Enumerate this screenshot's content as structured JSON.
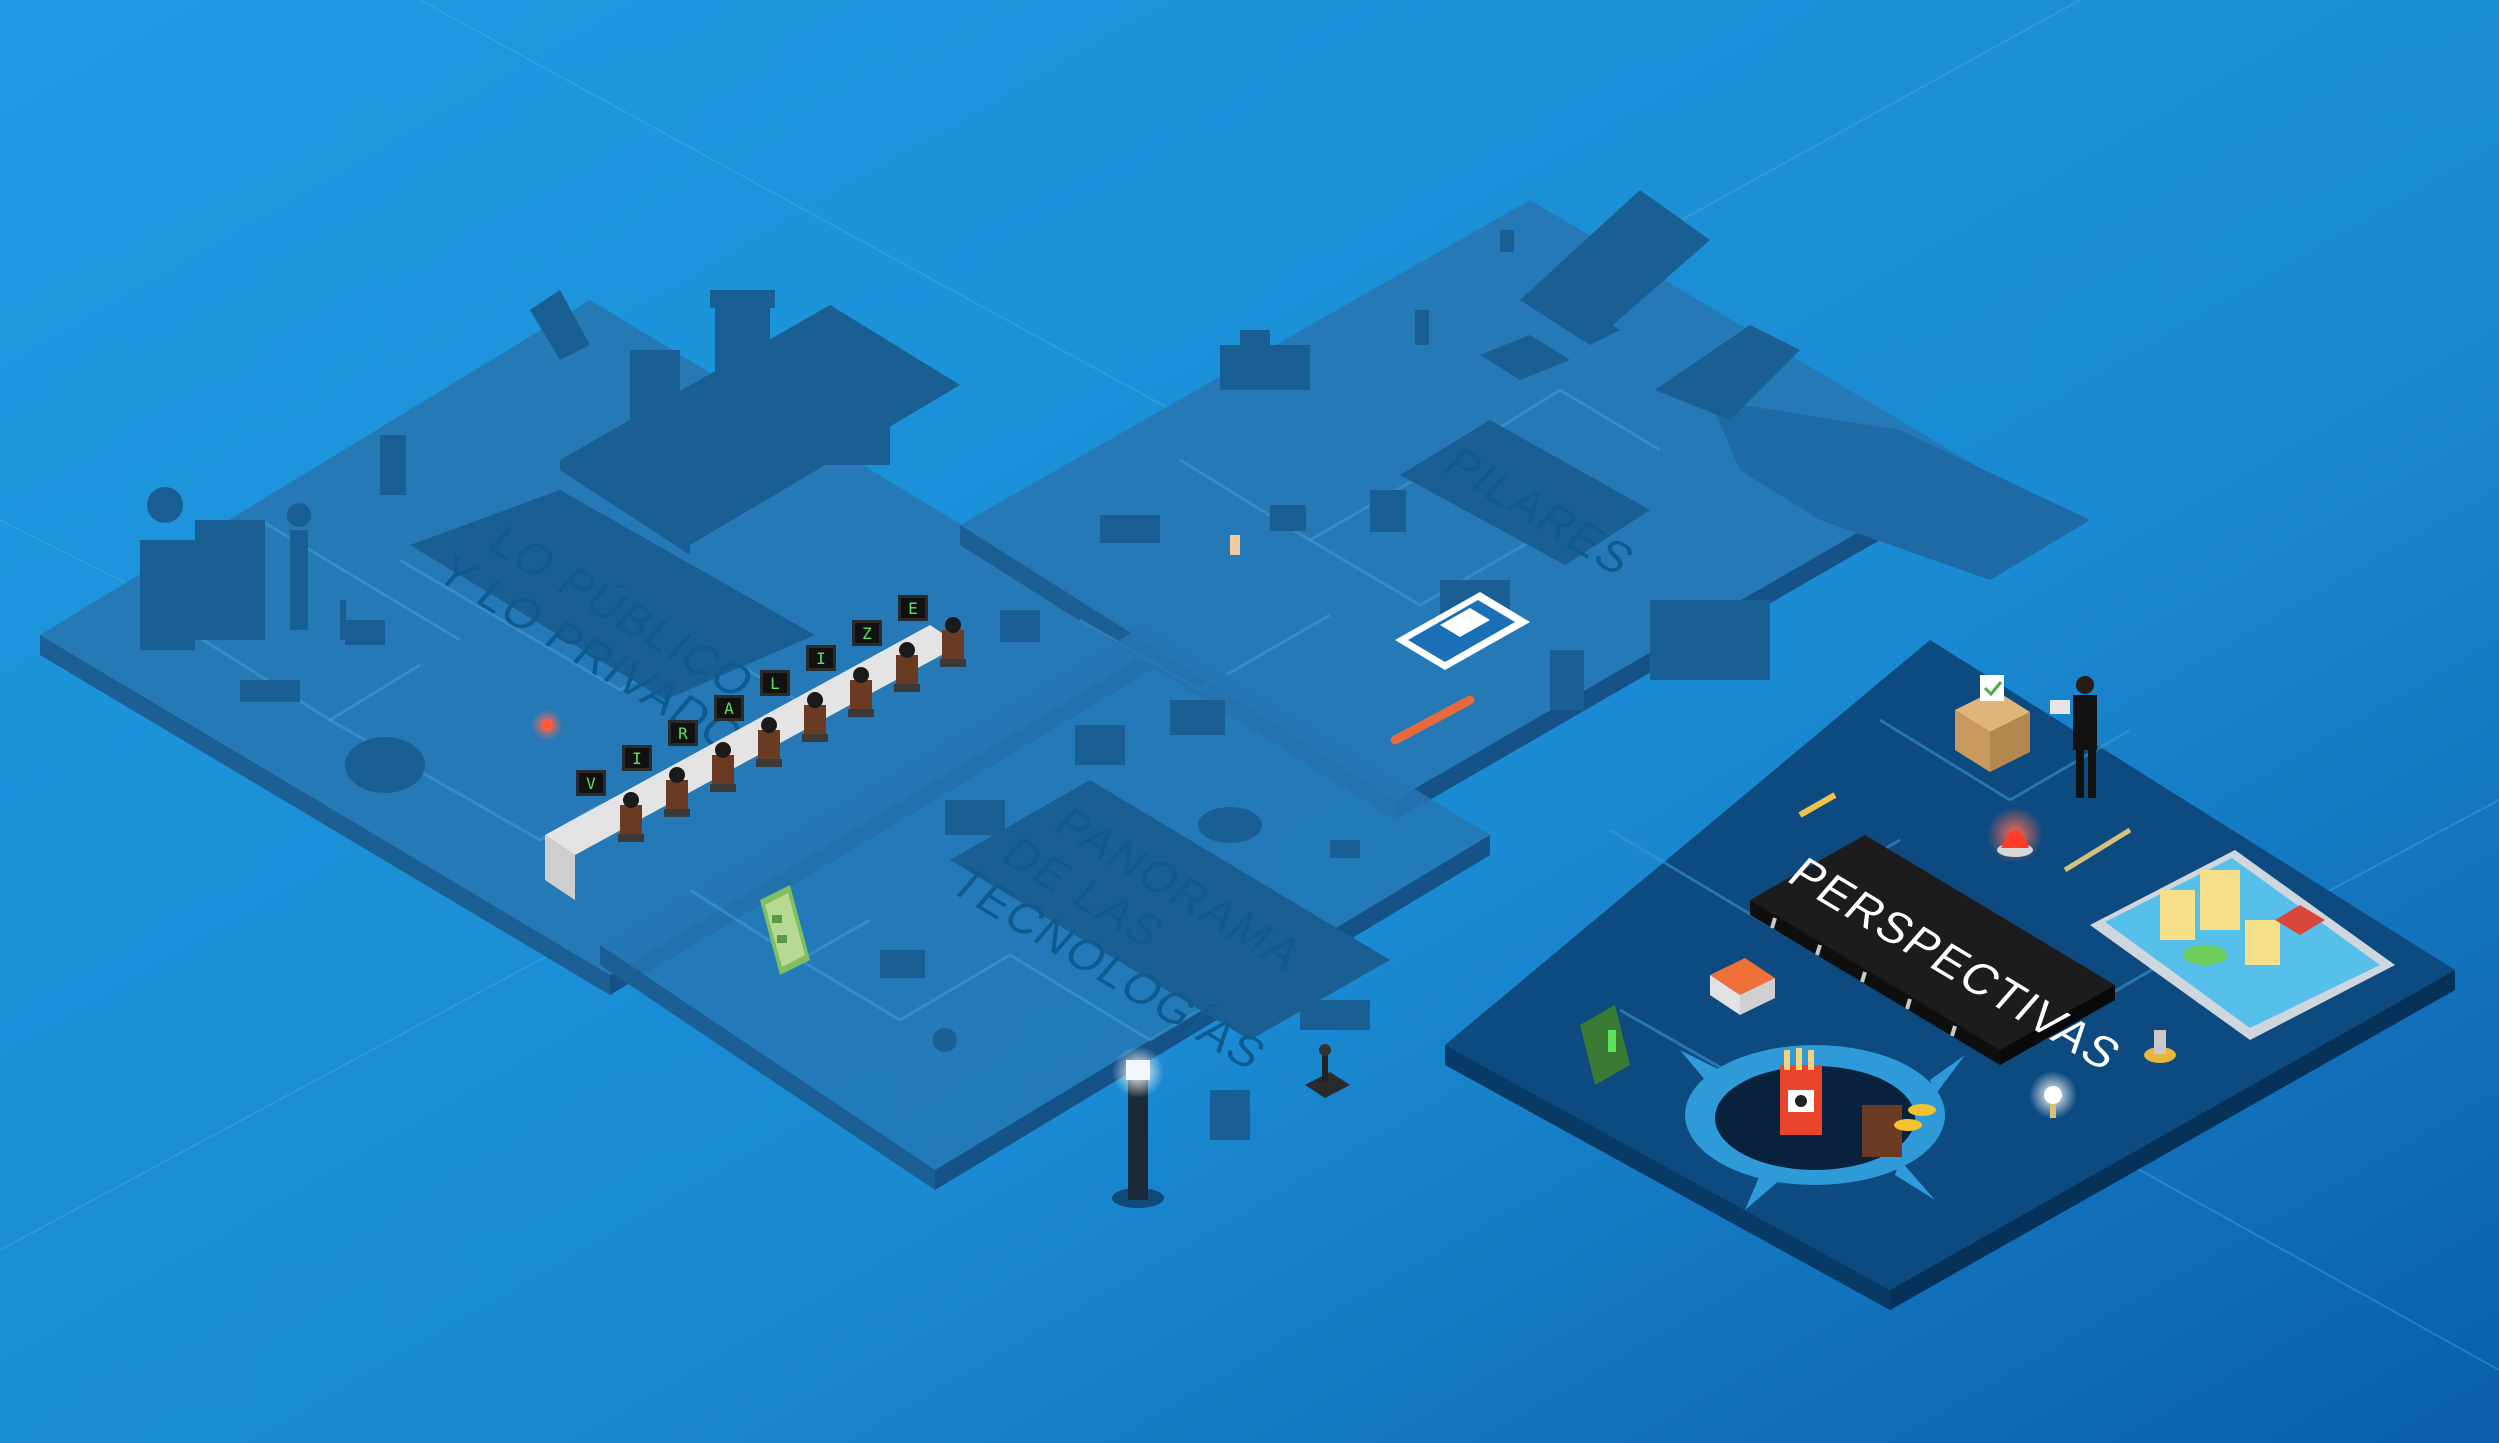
{
  "sections": [
    {
      "id": "publico",
      "lines": [
        "LO PÚBLICO",
        "Y LO PRIVADO"
      ]
    },
    {
      "id": "pilares",
      "lines": [
        "PILARES"
      ]
    },
    {
      "id": "panorama",
      "lines": [
        "PANORAMA",
        "DE LAS",
        "TECNOLOGÍAS"
      ]
    },
    {
      "id": "perspectivas",
      "lines": [
        "PERSPECTIVAS"
      ]
    }
  ],
  "screens": {
    "letters": [
      "V",
      "I",
      "R",
      "A",
      "L",
      "I",
      "Z",
      "E"
    ]
  },
  "colors": {
    "background": "#1a8fd6",
    "platform_light": "#2a7fbe",
    "platform_dark": "#0b4a7e",
    "silhouette": "#1a5f93",
    "accent_red": "#e8452c",
    "screen_text": "#5ee25e"
  }
}
